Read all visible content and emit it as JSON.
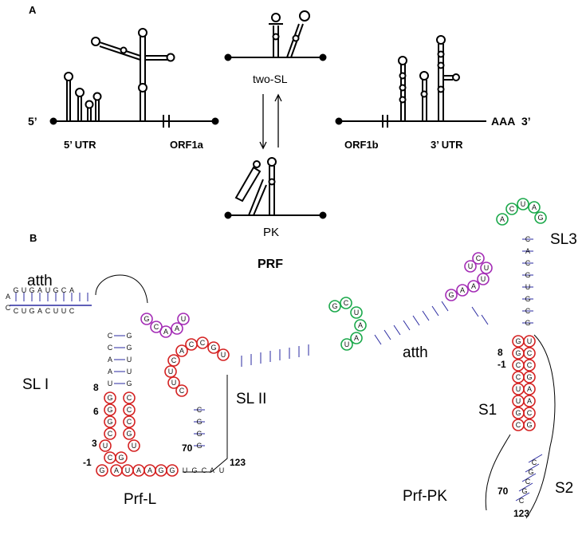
{
  "panel_a": {
    "label": "A",
    "five_prime": "5’",
    "three_prime": "3’",
    "poly_a": "AAA",
    "utr5": "5’ UTR",
    "orf1a": "ORF1a",
    "orf1b": "ORF1b",
    "utr3": "3’ UTR",
    "two_sl": "two-SL",
    "pk": "PK",
    "prf": "PRF"
  },
  "panel_b": {
    "label": "B",
    "atth_left": "atth",
    "sl1": "SL I",
    "sl2": "SL II",
    "prf_l": "Prf-L",
    "atth_right": "atth",
    "sl3": "SL3",
    "s1": "S1",
    "s2": "S2",
    "prf_pk": "Prf-PK",
    "num_8_left": "8",
    "num_6_left": "6",
    "num_3_left": "3",
    "num_m1_left": "-1",
    "num_70_left": "70",
    "num_123_left": "123",
    "num_8_right": "8",
    "num_m1_right": "-1",
    "num_70_right": "70",
    "num_123_right": "123"
  },
  "colors": {
    "stroke": "#000000",
    "pair_line": "#2a2aa0",
    "red": "#d42020",
    "purple": "#a32bb5",
    "green": "#1aa84a"
  }
}
